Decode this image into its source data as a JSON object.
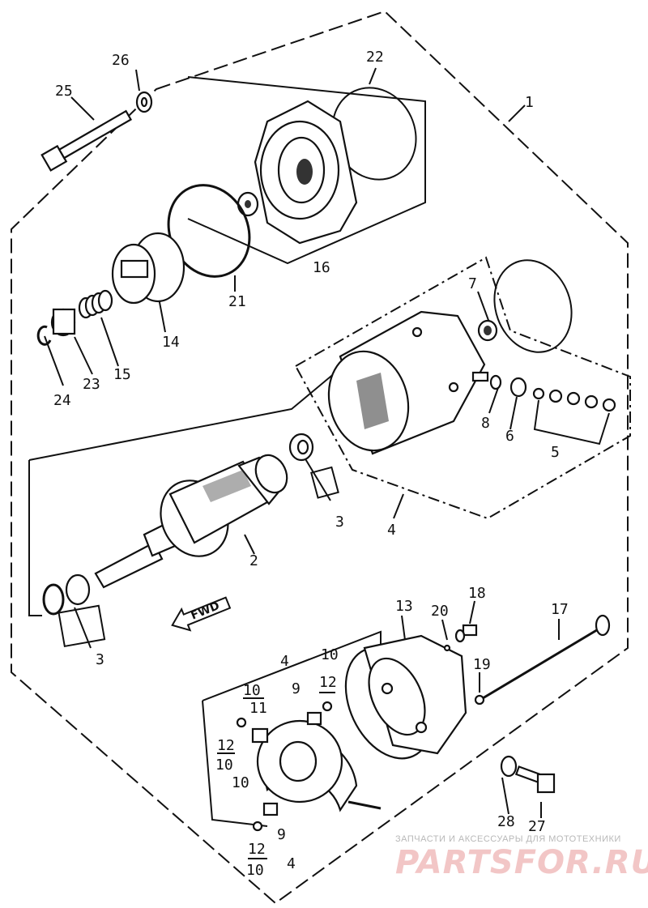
{
  "diagram": {
    "callouts": [
      {
        "id": "c1",
        "text": "1"
      },
      {
        "id": "c2",
        "text": "2"
      },
      {
        "id": "c3a",
        "text": "3"
      },
      {
        "id": "c3b",
        "text": "3"
      },
      {
        "id": "c4",
        "text": "4"
      },
      {
        "id": "c5",
        "text": "5"
      },
      {
        "id": "c6",
        "text": "6"
      },
      {
        "id": "c7",
        "text": "7"
      },
      {
        "id": "c8",
        "text": "8"
      },
      {
        "id": "c9a",
        "text": "9"
      },
      {
        "id": "c9b",
        "text": "9"
      },
      {
        "id": "c10a",
        "text": "10"
      },
      {
        "id": "c10b",
        "text": "10"
      },
      {
        "id": "c10c",
        "text": "10"
      },
      {
        "id": "c10d",
        "text": "10"
      },
      {
        "id": "c10e",
        "text": "10"
      },
      {
        "id": "c11",
        "text": "11"
      },
      {
        "id": "c12a",
        "text": "12"
      },
      {
        "id": "c12b",
        "text": "12"
      },
      {
        "id": "c12c",
        "text": "12"
      },
      {
        "id": "c13",
        "text": "13"
      },
      {
        "id": "c14",
        "text": "14"
      },
      {
        "id": "c15",
        "text": "15"
      },
      {
        "id": "c16",
        "text": "16"
      },
      {
        "id": "c17",
        "text": "17"
      },
      {
        "id": "c18",
        "text": "18"
      },
      {
        "id": "c19",
        "text": "19"
      },
      {
        "id": "c20",
        "text": "20"
      },
      {
        "id": "c21",
        "text": "21"
      },
      {
        "id": "c22",
        "text": "22"
      },
      {
        "id": "c23",
        "text": "23"
      },
      {
        "id": "c24",
        "text": "24"
      },
      {
        "id": "c25",
        "text": "25"
      },
      {
        "id": "c26",
        "text": "26"
      },
      {
        "id": "c27",
        "text": "27"
      },
      {
        "id": "c28",
        "text": "28"
      },
      {
        "id": "c4b",
        "text": "4"
      },
      {
        "id": "c4c",
        "text": "4"
      }
    ],
    "direction_arrow": {
      "label": "FWD"
    }
  },
  "watermark": {
    "tagline": "ЗАПЧАСТИ И АКСЕССУАРЫ ДЛЯ МОТОТЕХНИКИ",
    "logo": "PARTSFOR.RU",
    "color": "#f2c6c6"
  }
}
